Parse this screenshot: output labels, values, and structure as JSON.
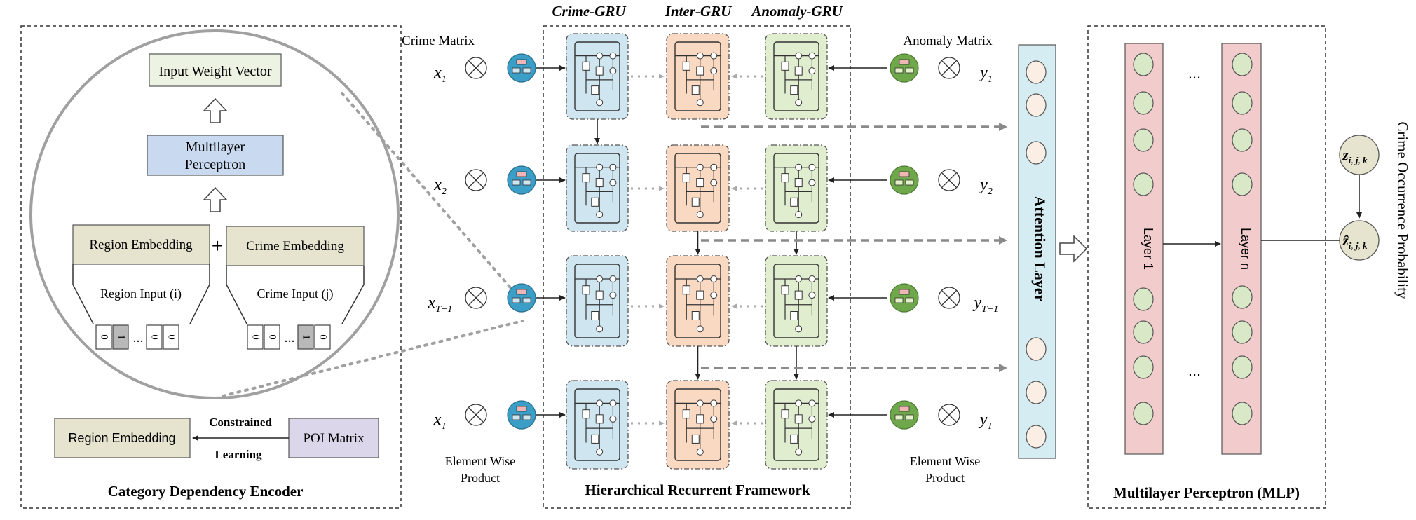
{
  "encoder": {
    "title": "Category Dependency Encoder",
    "input_weight_vector": "Input Weight Vector",
    "mlp_line1": "Multilayer",
    "mlp_line2": "Perceptron",
    "region_embedding": "Region Embedding",
    "plus": "+",
    "crime_embedding": "Crime Embedding",
    "region_input": "Region Input (i)",
    "crime_input": "Crime Input (j)",
    "region_vector": [
      "0",
      "1",
      "...",
      "0",
      "0"
    ],
    "crime_vector": [
      "0",
      "0",
      "...",
      "1",
      "0"
    ],
    "poi_region_embedding": "Region Embedding",
    "poi_matrix": "POI Matrix",
    "constrained": "Constrained",
    "learning": "Learning"
  },
  "framework": {
    "title": "Hierarchical Recurrent Framework",
    "crime_gru": "Crime-GRU",
    "inter_gru": "Inter-GRU",
    "anomaly_gru": "Anomaly-GRU",
    "crime_matrix": "Crime Matrix",
    "anomaly_matrix": "Anomaly Matrix",
    "elementwise_left_1": "Element Wise",
    "elementwise_left_2": "Product",
    "elementwise_right_1": "Element Wise",
    "elementwise_right_2": "Product",
    "otimes": "⊗",
    "x_vars": [
      {
        "base": "x",
        "sub": "1"
      },
      {
        "base": "x",
        "sub": "2"
      },
      {
        "base": "x",
        "sub": "T−1"
      },
      {
        "base": "x",
        "sub": "T"
      }
    ],
    "y_vars": [
      {
        "base": "y",
        "sub": "1"
      },
      {
        "base": "y",
        "sub": "2"
      },
      {
        "base": "y",
        "sub": "T−1"
      },
      {
        "base": "y",
        "sub": "T"
      }
    ]
  },
  "attention": {
    "label": "Attention Layer"
  },
  "mlp": {
    "title": "Multilayer Perceptron (MLP)",
    "layer1": "Layer 1",
    "layern": "Layer n",
    "dots_top": "...",
    "dots_bottom": "..."
  },
  "output": {
    "probability_label": "Crime Occurrence Probability",
    "z_base": "z",
    "z_hat_base": "ẑ",
    "z_sub": "i, j, k"
  },
  "colors": {
    "crime_gru": "#cfe6f0",
    "inter_gru": "#f9d9c2",
    "anomaly_gru": "#e1edcf",
    "attention": "#d6ecf3",
    "mlp_layer": "#f2cccc",
    "node_green": "#d9e9c7",
    "node_cream": "#fbeee4",
    "embedding_box": "#e6e4cf",
    "mlp_box": "#c9daf0",
    "iwv_box": "#edf3e3"
  }
}
